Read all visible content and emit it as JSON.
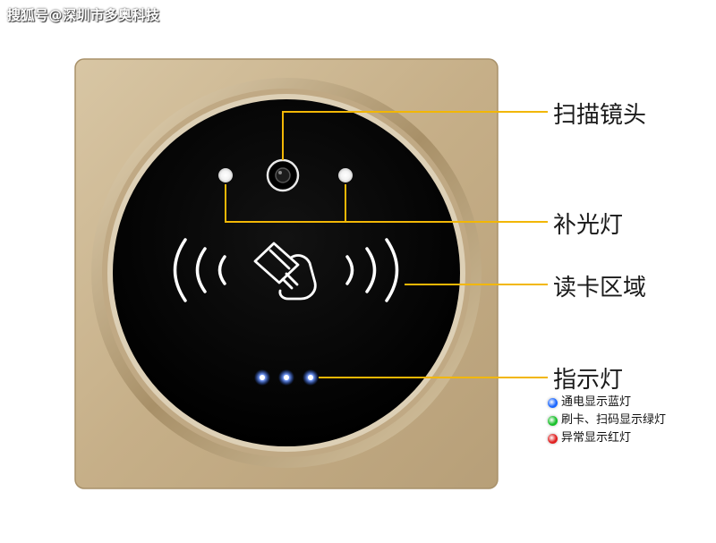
{
  "watermark": "搜狐号@深圳市多奥科技",
  "labels": {
    "camera": "扫描镜头",
    "fill_light": "补光灯",
    "read_area": "读卡区域",
    "indicator": "指示灯"
  },
  "legend": [
    {
      "text": "通电显示蓝灯",
      "color": "#1a66ff"
    },
    {
      "text": "刷卡、扫码显示绿灯",
      "color": "#18c02a"
    },
    {
      "text": "异常显示红灯",
      "color": "#e02020"
    }
  ],
  "colors": {
    "callout_line": "#f2b705",
    "panel_gold": "#cbb48f",
    "face_black": "#050505",
    "indicator_led": "#2f6bff"
  }
}
